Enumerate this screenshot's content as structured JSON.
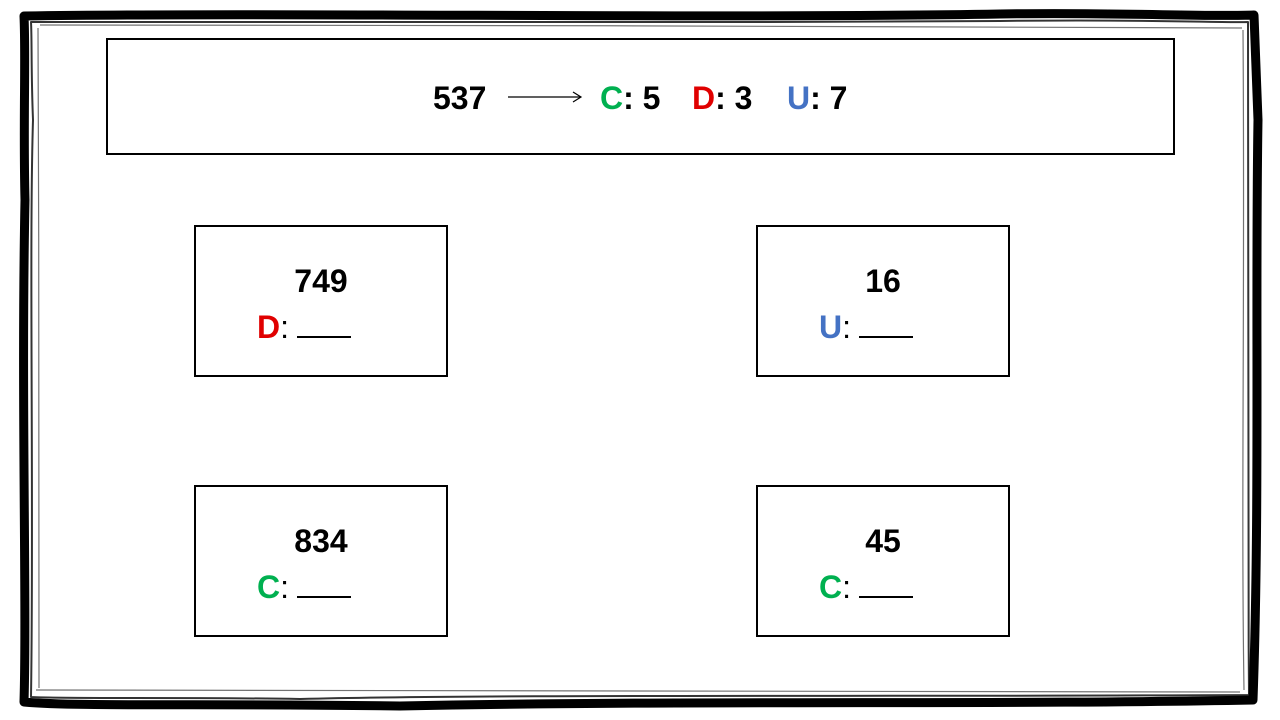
{
  "example": {
    "number": "537",
    "parts": [
      {
        "letter": "C",
        "sep": ":",
        "value": "5",
        "color": "#00b050"
      },
      {
        "letter": "D",
        "sep": ":",
        "value": "3",
        "color": "#e00000"
      },
      {
        "letter": "U",
        "sep": ":",
        "value": "7",
        "color": "#4472c4"
      }
    ]
  },
  "exercises": [
    {
      "number": "749",
      "letter": "D",
      "sep": ":",
      "color": "#e00000"
    },
    {
      "number": "16",
      "letter": "U",
      "sep": ":",
      "color": "#4472c4"
    },
    {
      "number": "834",
      "letter": "C",
      "sep": ":",
      "color": "#00b050"
    },
    {
      "number": "45",
      "letter": "C",
      "sep": ":",
      "color": "#00b050"
    }
  ],
  "colors": {
    "centenas": "#00b050",
    "decenas": "#e00000",
    "unidades": "#4472c4",
    "ink": "#000000"
  }
}
